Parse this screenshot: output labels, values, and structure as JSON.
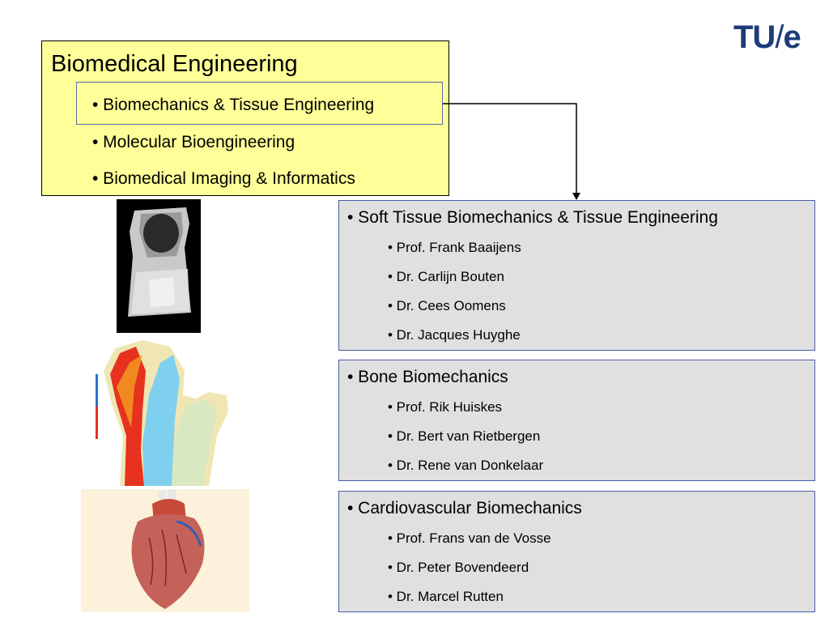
{
  "logo": {
    "left": "TU",
    "slash": "/",
    "right": "e"
  },
  "biomedical": {
    "title": "Biomedical Engineering",
    "items": [
      "• Biomechanics & Tissue Engineering",
      "• Molecular Bioengineering",
      "• Biomedical Imaging & Informatics"
    ]
  },
  "groups": [
    {
      "title": "• Soft Tissue Biomechanics & Tissue Engineering",
      "members": [
        "• Prof. Frank Baaijens",
        "• Dr. Carlijn Bouten",
        "• Dr. Cees Oomens",
        "• Dr. Jacques Huyghe"
      ]
    },
    {
      "title": "• Bone Biomechanics",
      "members": [
        "• Prof. Rik Huiskes",
        "• Dr. Bert van Rietbergen",
        "• Dr. Rene van Donkelaar"
      ]
    },
    {
      "title": "• Cardiovascular Biomechanics",
      "members": [
        "• Prof. Frans van de Vosse",
        "• Dr. Peter Bovendeerd",
        "• Dr. Marcel Rutten"
      ]
    }
  ],
  "colors": {
    "highlight_box": "#ffff99",
    "group_box": "#e0e0e0",
    "group_border": "#4a5aa8",
    "logo": "#1d3c78"
  }
}
